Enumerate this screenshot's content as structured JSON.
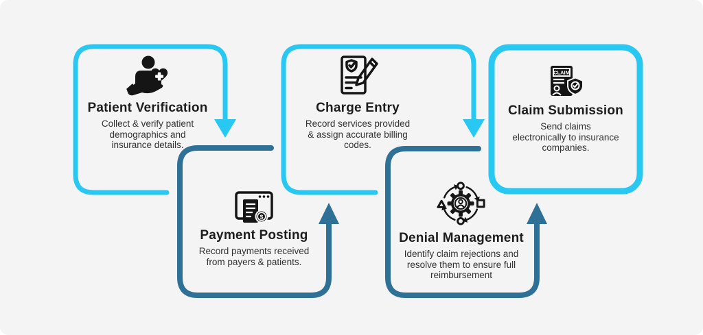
{
  "colors": {
    "background": "#f4f4f5",
    "cyan": "#29c8f2",
    "dark_blue": "#2e7096",
    "icon_black": "#151515",
    "title_text": "#1d1d1d",
    "body_text": "#323232",
    "white": "#ffffff"
  },
  "steps": [
    {
      "title": "Patient Verification",
      "description": "Collect & verify patient\ndemographics and\ninsurance details.",
      "icon": "hand-holding-patient-icon"
    },
    {
      "title": "Charge Entry",
      "description": "Record services provided\n& assign accurate billing\ncodes.",
      "icon": "document-shield-pencil-icon"
    },
    {
      "title": "Claim Submission",
      "description": "Send claims\nelectronically to insurance\ncompanies.",
      "icon": "claim-document-shield-icon"
    },
    {
      "title": "Payment Posting",
      "description": "Record payments received\nfrom payers & patients.",
      "icon": "invoice-browser-dollar-icon"
    },
    {
      "title": "Denial Management",
      "description": "Identify claim rejections and\nresolve them to ensure full\nreimbursement",
      "icon": "gear-person-cycle-icon"
    }
  ],
  "claim_icon_label": "CLAIM",
  "dollar_symbol": "$"
}
